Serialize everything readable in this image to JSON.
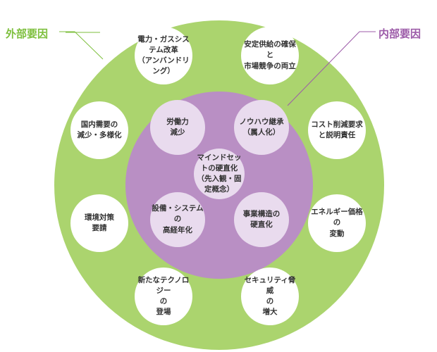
{
  "title_external": "外部要因",
  "title_internal": "内部要因",
  "colors": {
    "outer_circle": "#abd46e",
    "inner_circle": "#b98fc4",
    "outer_label": "#7dbf3c",
    "inner_label": "#9c5ba8",
    "outer_node": "#ffffff",
    "inner_node": "#e9dbee"
  },
  "outer_factors": [
    {
      "id": "electricity-gas-reform",
      "text": "電力・ガスシステム改革\n（アンバンドリング）"
    },
    {
      "id": "stable-supply",
      "text": "安定供給の確保と\n市場競争の両立"
    },
    {
      "id": "cost-reduction",
      "text": "コスト削減要求\nと説明責任"
    },
    {
      "id": "energy-price",
      "text": "エネルギー価格\nの\n変動"
    },
    {
      "id": "security-threat",
      "text": "セキュリティ脅威\nの\n増大"
    },
    {
      "id": "new-technology",
      "text": "新たなテクノロジー\nの\n登場"
    },
    {
      "id": "environment",
      "text": "環境対策\n要請"
    },
    {
      "id": "domestic-demand",
      "text": "国内需要の\n減少・多様化"
    }
  ],
  "inner_factors": [
    {
      "id": "labor-decline",
      "text": "労働力\n減少"
    },
    {
      "id": "knowhow",
      "text": "ノウハウ継承\n（属人化）"
    },
    {
      "id": "mindset",
      "text": "マインドセットの硬直化\n（先入観・固定概念）"
    },
    {
      "id": "equipment-aging",
      "text": "設備・システムの\n高経年化"
    },
    {
      "id": "business-rigidity",
      "text": "事業構造の\n硬直化"
    }
  ]
}
